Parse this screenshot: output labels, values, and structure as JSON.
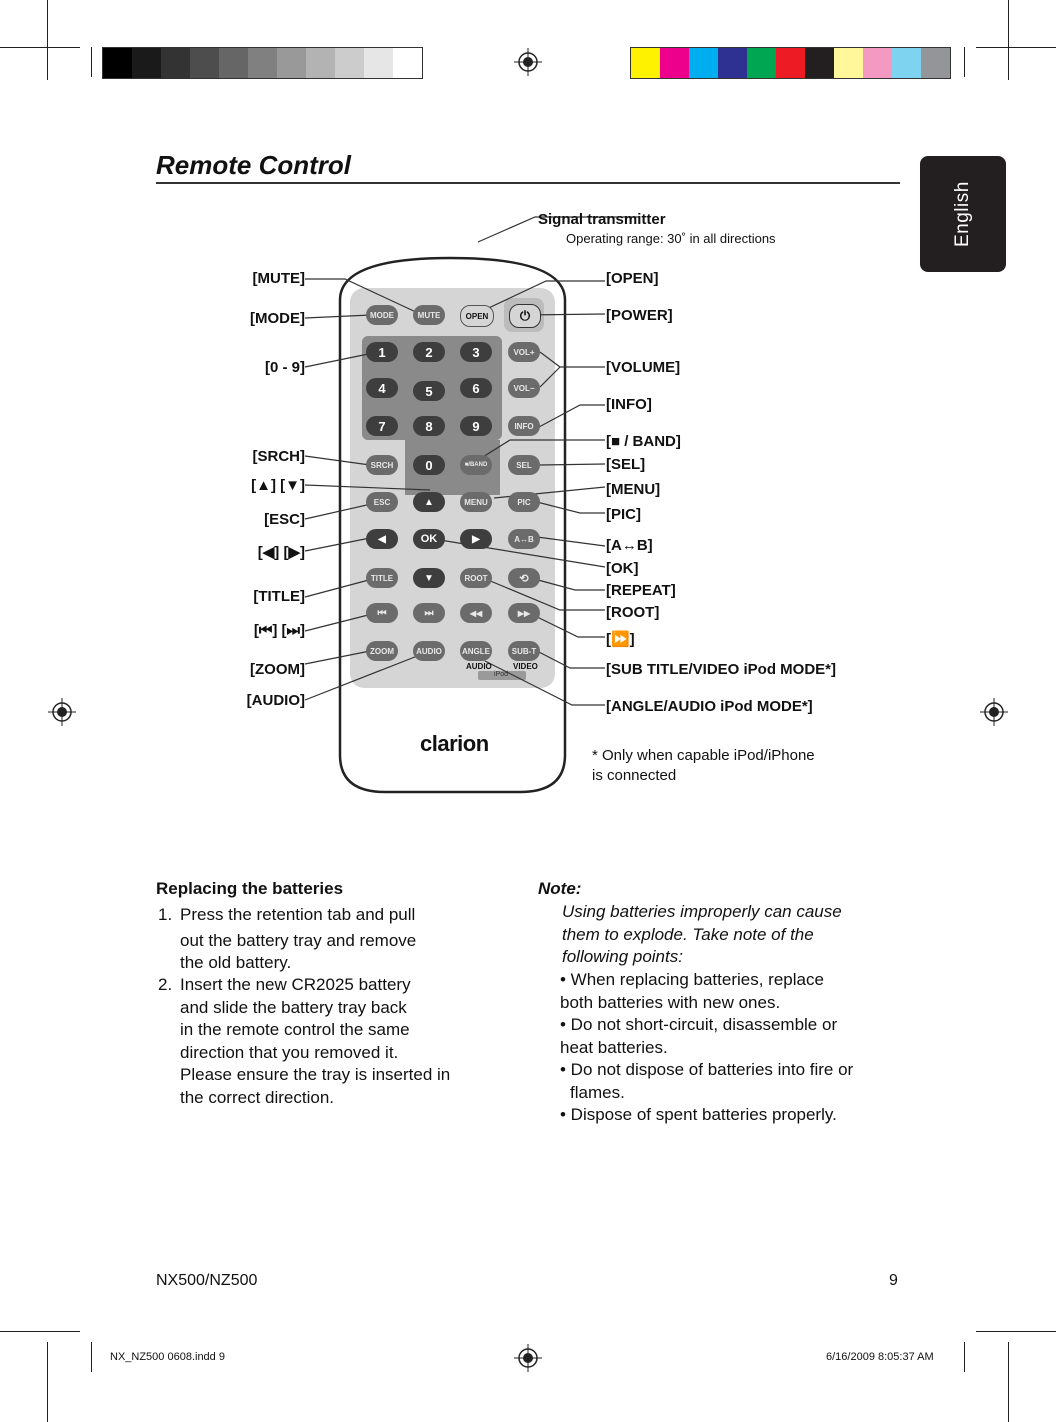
{
  "tab_label": "English",
  "section_title": "Remote Control",
  "signal": {
    "title": "Signal transmitter",
    "subtitle": "Operating range: 30˚ in all directions"
  },
  "left_labels": [
    "[MUTE]",
    "[MODE]",
    "[0 - 9]",
    "[SRCH]",
    "[▲] [▼]",
    "[ESC]",
    "[◀] [▶]",
    "[TITLE]",
    "[⏮] [⏭]",
    "[ZOOM]",
    "[AUDIO]"
  ],
  "right_labels": [
    "[OPEN]",
    "[POWER]",
    "[VOLUME]",
    "[INFO]",
    "[■ / BAND]",
    "[SEL]",
    "[MENU]",
    "[PIC]",
    "[A↔B]",
    "[OK]",
    "[REPEAT]",
    "[ROOT]",
    "[⏩]",
    "[SUB TITLE/VIDEO iPod MODE*]",
    "[ANGLE/AUDIO iPod MODE*]"
  ],
  "remote": {
    "brand": "clarion",
    "buttons": {
      "mode": "MODE",
      "mute": "MUTE",
      "open": "OPEN",
      "power": "⏻",
      "n1": "1",
      "n2": "2",
      "n3": "3",
      "n4": "4",
      "n5": "5",
      "n6": "6",
      "n7": "7",
      "n8": "8",
      "n9": "9",
      "n0": "0",
      "vol_up": "VOL+",
      "vol_down": "VOL−",
      "info": "INFO",
      "srch": "SRCH",
      "band": "■/BAND",
      "sel": "SEL",
      "esc": "ESC",
      "up": "▲",
      "menu": "MENU",
      "pic": "PIC",
      "left": "◀",
      "ok": "OK",
      "right": "▶",
      "ab": "A↔B",
      "title": "TITLE",
      "down": "▼",
      "root": "ROOT",
      "repeat": "⟲",
      "prev": "⏮",
      "next": "⏭",
      "rew": "◀◀",
      "ff": "▶▶",
      "zoom": "ZOOM",
      "audio": "AUDIO",
      "angle": "ANGLE",
      "subt": "SUB-T"
    },
    "ipod_audio": "AUDIO",
    "ipod_video": "VIDEO",
    "ipod_tag": "iPod"
  },
  "ipod_note": [
    "* Only when capable iPod/iPhone",
    "is connected"
  ],
  "batteries": {
    "heading": "Replacing the batteries",
    "steps": [
      {
        "num": "1.",
        "lines": [
          "Press the retention tab and pull",
          "out the battery tray and remove",
          "the old battery."
        ]
      },
      {
        "num": "2.",
        "lines": [
          "Insert the new CR2025 battery",
          "and slide the battery tray back",
          "in the remote control the same",
          "direction that you removed it.",
          "Please ensure the tray is inserted in",
          "the correct direction."
        ]
      }
    ]
  },
  "note": {
    "heading": "Note:",
    "intro": [
      "Using batteries improperly can cause",
      "them to explode. Take note of the",
      "following points:"
    ],
    "bullets": [
      [
        "• When replacing batteries, replace",
        "both batteries with new ones."
      ],
      [
        "• Do not short-circuit, disassemble or",
        "heat batteries."
      ],
      [
        "• Do not dispose of batteries into fire or",
        "flames."
      ],
      [
        "• Dispose of spent batteries properly."
      ]
    ]
  },
  "footer": {
    "model": "NX500/NZ500",
    "page": "9"
  },
  "slug": {
    "file": "NX_NZ500 0608.indd   9",
    "date": "6/16/2009   8:05:37 AM"
  },
  "colors": {
    "grays": [
      "#000000",
      "#1a1a1a",
      "#333333",
      "#4d4d4d",
      "#666666",
      "#808080",
      "#999999",
      "#b3b3b3",
      "#cccccc",
      "#e6e6e6",
      "#ffffff"
    ],
    "process": [
      "#fff200",
      "#ec008c",
      "#00aeef",
      "#2e3192",
      "#00a651",
      "#ed1c24",
      "#231f20",
      "#fff799",
      "#f49ac2",
      "#7dd3f0",
      "#939598"
    ]
  }
}
